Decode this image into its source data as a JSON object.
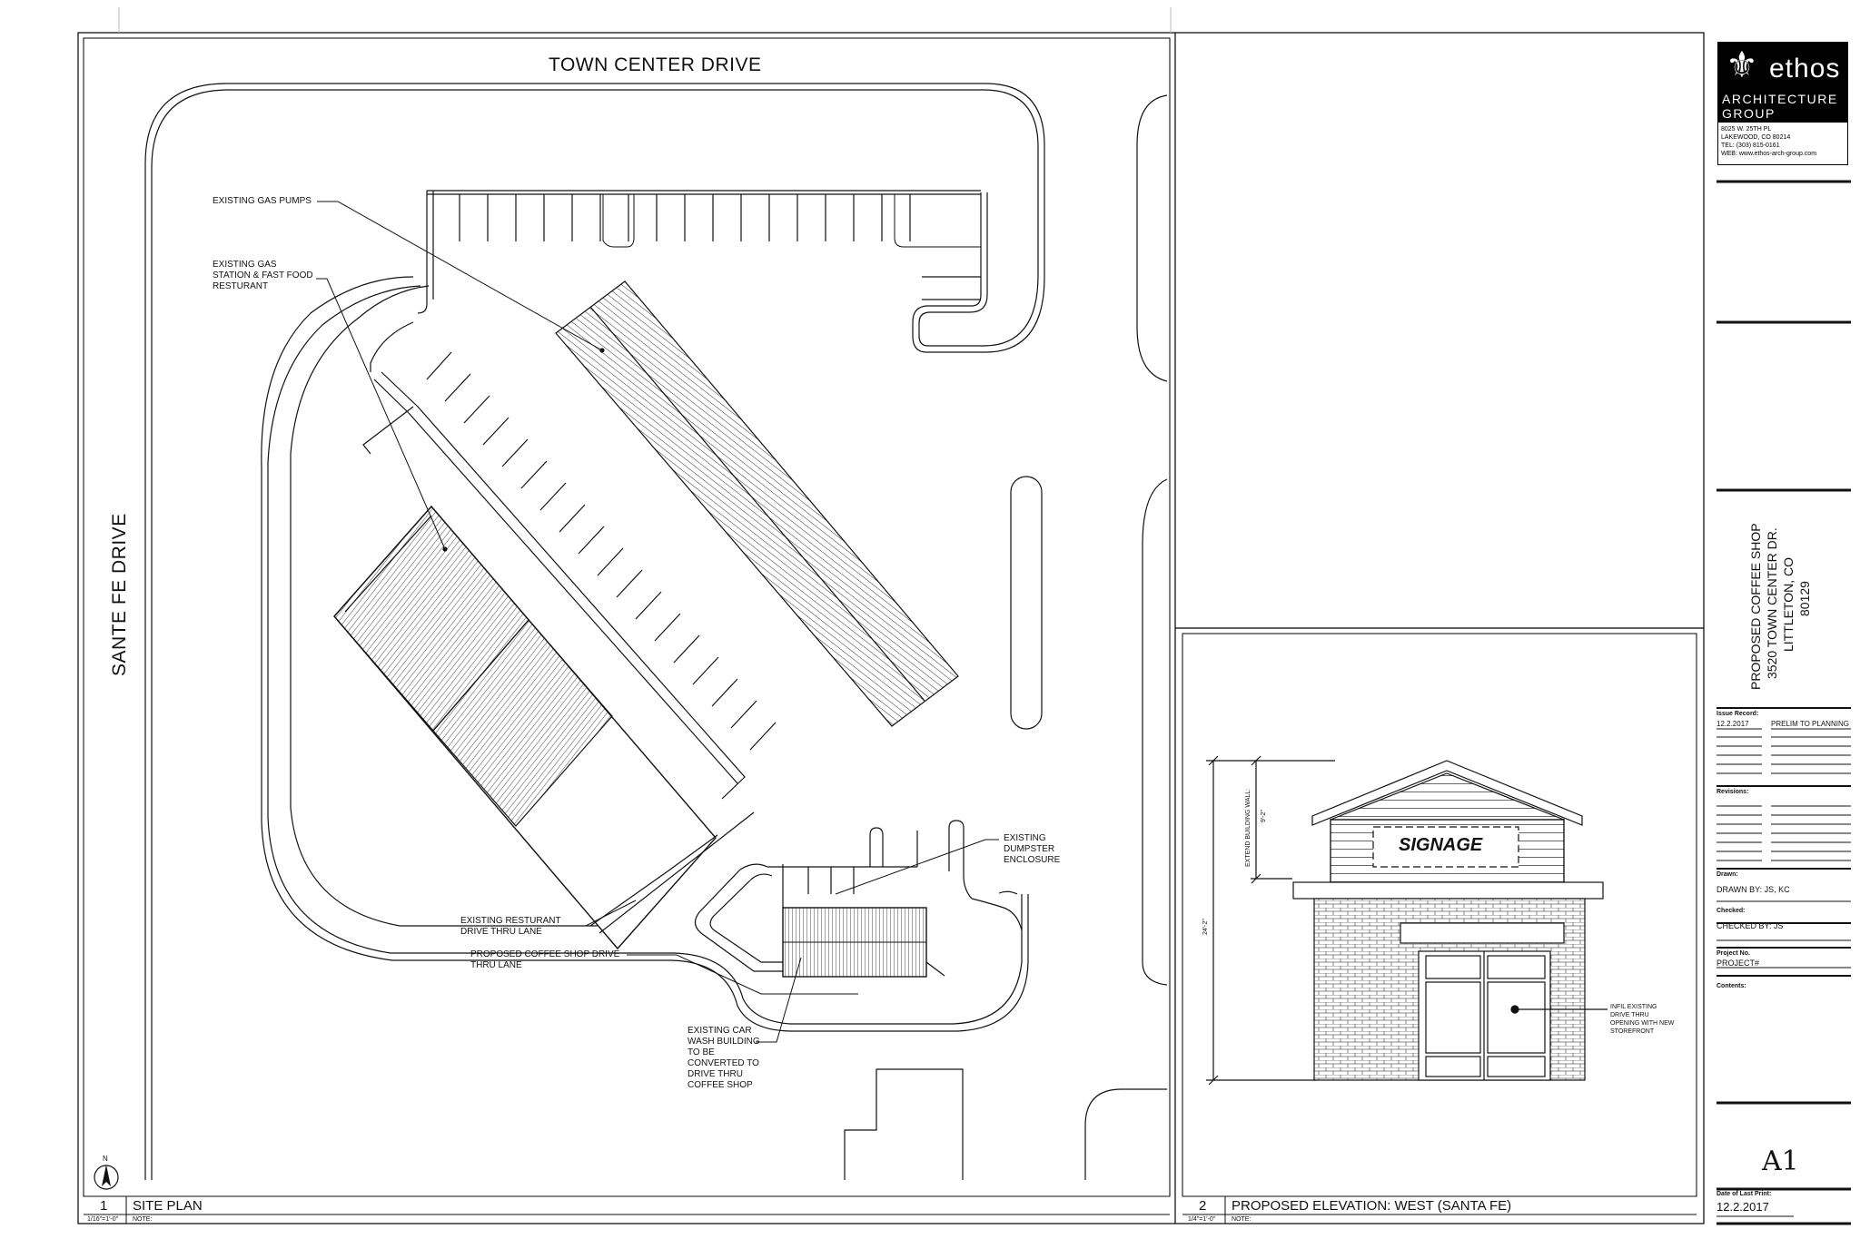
{
  "roads": {
    "north": "TOWN CENTER DRIVE",
    "west": "SANTE FE DRIVE"
  },
  "site_labels": {
    "gas_pumps": "EXISTING GAS PUMPS",
    "gas_station": [
      "EXISTING GAS",
      "STATION & FAST FOOD",
      "RESTURANT"
    ],
    "dumpster": [
      "EXISTING",
      "DUMPSTER",
      "ENCLOSURE"
    ],
    "restaurant_lane": [
      "EXISTING RESTURANT",
      "DRIVE THRU LANE"
    ],
    "coffee_lane": [
      "PROPOSED COFFEE SHOP DRIVE",
      "THRU LANE"
    ],
    "car_wash": [
      "EXISTING CAR",
      "WASH BUILDING",
      "TO BE",
      "CONVERTED TO",
      "DRIVE THRU",
      "COFFEE SHOP"
    ],
    "north_arrow": "N"
  },
  "elevation_labels": {
    "signage": "SIGNAGE",
    "extend_wall": [
      "EXTEND BUILDING WALL:",
      "9'-2\""
    ],
    "total_height": "24'-2\"",
    "infill": [
      "INFIL EXISTING",
      "DRIVE THRU",
      "OPENING WITH NEW",
      "STOREFRONT"
    ]
  },
  "drawing_titles": {
    "site_plan": {
      "number": "1",
      "title": "SITE PLAN",
      "scale": "1/16\"=1'-0\"",
      "note": "NOTE:"
    },
    "elevation": {
      "number": "2",
      "title": "PROPOSED ELEVATION: WEST (SANTA FE)",
      "scale": "1/4\"=1'-0\"",
      "note": "NOTE:"
    }
  },
  "title_block": {
    "logo": {
      "name": "ethos",
      "line1": "ARCHITECTURE",
      "line2": "GROUP"
    },
    "address": [
      "8025 W. 25TH PL",
      "LAKEWOOD, CO  80214",
      "TEL: (303) 815-0161",
      "WEB: www.ethos-arch-group.com"
    ],
    "project": [
      "PROPOSED COFFEE SHOP",
      "3520 TOWN CENTER DR.",
      "LITTLETON, CO",
      "80129"
    ],
    "issue_record_label": "Issue Record:",
    "issue_date": "12.2.2017",
    "issue_desc": "PRELIM TO PLANNING",
    "revisions_label": "Revisions:",
    "drawn_label": "Drawn:",
    "drawn_value": "DRAWN BY: JS, KC",
    "checked_label": "Checked:",
    "checked_value": "CHECKED BY: JS",
    "project_no_label": "Project No.",
    "project_no_value": "PROJECT#",
    "contents_label": "Contents:",
    "sheet_number": "A1",
    "last_print_label": "Date of Last Print:",
    "last_print_value": "12.2.2017"
  }
}
